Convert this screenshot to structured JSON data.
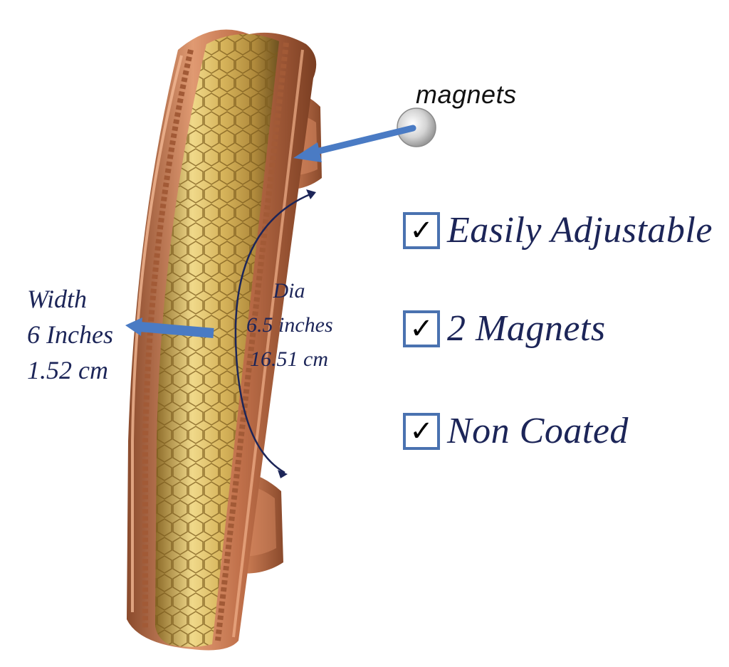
{
  "callout": {
    "magnets_label": "magnets"
  },
  "width_measure": {
    "line1": "Width",
    "line2": "6 Inches",
    "line3": "1.52 cm"
  },
  "dia_measure": {
    "line1": "Dia",
    "line2": "6.5 inches",
    "line3": "16.51 cm"
  },
  "features": [
    {
      "label": "Easily Adjustable"
    },
    {
      "label": "2 Magnets"
    },
    {
      "label": "Non Coated"
    }
  ],
  "colors": {
    "copper": "#c0704a",
    "brass": "#d6b35a",
    "arrow_blue": "#4a7bc4",
    "text_navy": "#1c2558",
    "checkbox_border": "#4a72b0"
  },
  "icons": {
    "check": "check-icon",
    "magnet": "magnet-disc-icon"
  }
}
